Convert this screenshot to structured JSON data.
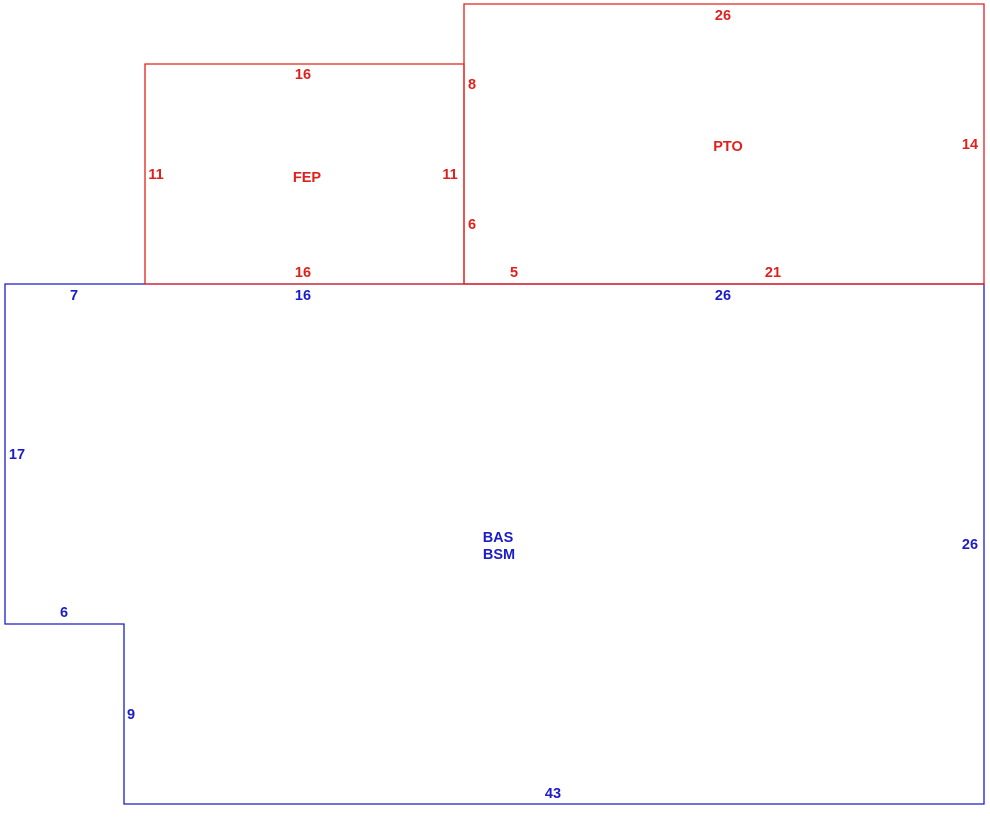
{
  "colors": {
    "addition": "#e0201c",
    "base": "#1c1cc8",
    "background": "#ffffff"
  },
  "areas": {
    "fep": {
      "label": "FEP",
      "dims": {
        "top": "16",
        "left": "11",
        "right": "11",
        "bottom": "16"
      }
    },
    "pto": {
      "label": "PTO",
      "dims": {
        "top": "26",
        "right": "14",
        "left_upper": "8",
        "left_lower": "6",
        "bottom_left": "5",
        "bottom_right": "21"
      }
    },
    "bas": {
      "label_line1": "BAS",
      "label_line2": "BSM",
      "dims": {
        "top_left": "7",
        "top_mid": "16",
        "top_right": "26",
        "left": "17",
        "right": "26",
        "step_top": "6",
        "step_side": "9",
        "bottom": "43"
      }
    }
  }
}
